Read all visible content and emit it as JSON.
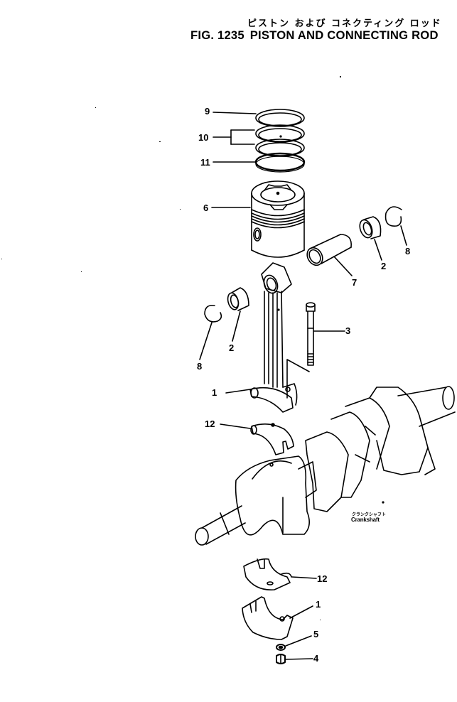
{
  "header": {
    "title_jp": "ピストン および コネクティング ロッド",
    "fig_number": "FIG. 1235",
    "title_en": "PISTON AND CONNECTING ROD"
  },
  "callouts": [
    {
      "id": "9",
      "label": "9",
      "part": "piston-ring-top"
    },
    {
      "id": "10",
      "label": "10",
      "part": "piston-rings-middle"
    },
    {
      "id": "11",
      "label": "11",
      "part": "oil-ring"
    },
    {
      "id": "6",
      "label": "6",
      "part": "piston"
    },
    {
      "id": "7",
      "label": "7",
      "part": "piston-pin"
    },
    {
      "id": "2a",
      "label": "2",
      "part": "bushing-right"
    },
    {
      "id": "8a",
      "label": "8",
      "part": "snap-ring-right"
    },
    {
      "id": "2b",
      "label": "2",
      "part": "bushing-left"
    },
    {
      "id": "8b",
      "label": "8",
      "part": "snap-ring-left"
    },
    {
      "id": "3",
      "label": "3",
      "part": "connecting-rod-bolt"
    },
    {
      "id": "1a",
      "label": "1",
      "part": "connecting-rod"
    },
    {
      "id": "12a",
      "label": "12",
      "part": "bearing-upper"
    },
    {
      "id": "12b",
      "label": "12",
      "part": "bearing-lower"
    },
    {
      "id": "1b",
      "label": "1",
      "part": "connecting-rod-cap"
    },
    {
      "id": "5",
      "label": "5",
      "part": "washer"
    },
    {
      "id": "4",
      "label": "4",
      "part": "nut"
    }
  ],
  "crankshaft": {
    "label_jp": "クランクシャフト",
    "label_en": "Crankshaft"
  }
}
